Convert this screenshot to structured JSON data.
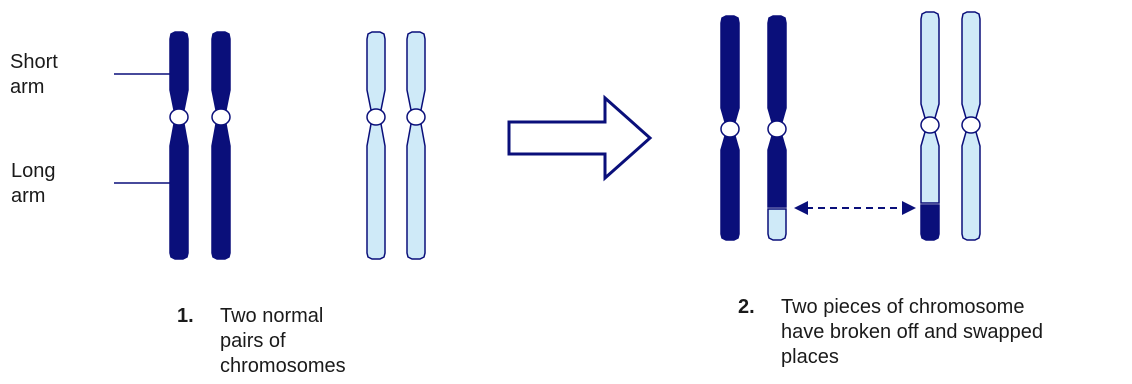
{
  "labels": {
    "short_arm": "Short\narm",
    "long_arm": "Long\narm"
  },
  "captions": [
    {
      "number": "1.",
      "text": "Two normal\npairs of\nchromosomes"
    },
    {
      "number": "2.",
      "text": "Two pieces of chromosome\nhave broken off and swapped\nplaces"
    }
  ],
  "colors": {
    "dark_chromosome": "#0a0f7a",
    "light_chromosome": "#cfeaf8",
    "outline": "#0a0f7a",
    "centromere": "#ffffff"
  }
}
